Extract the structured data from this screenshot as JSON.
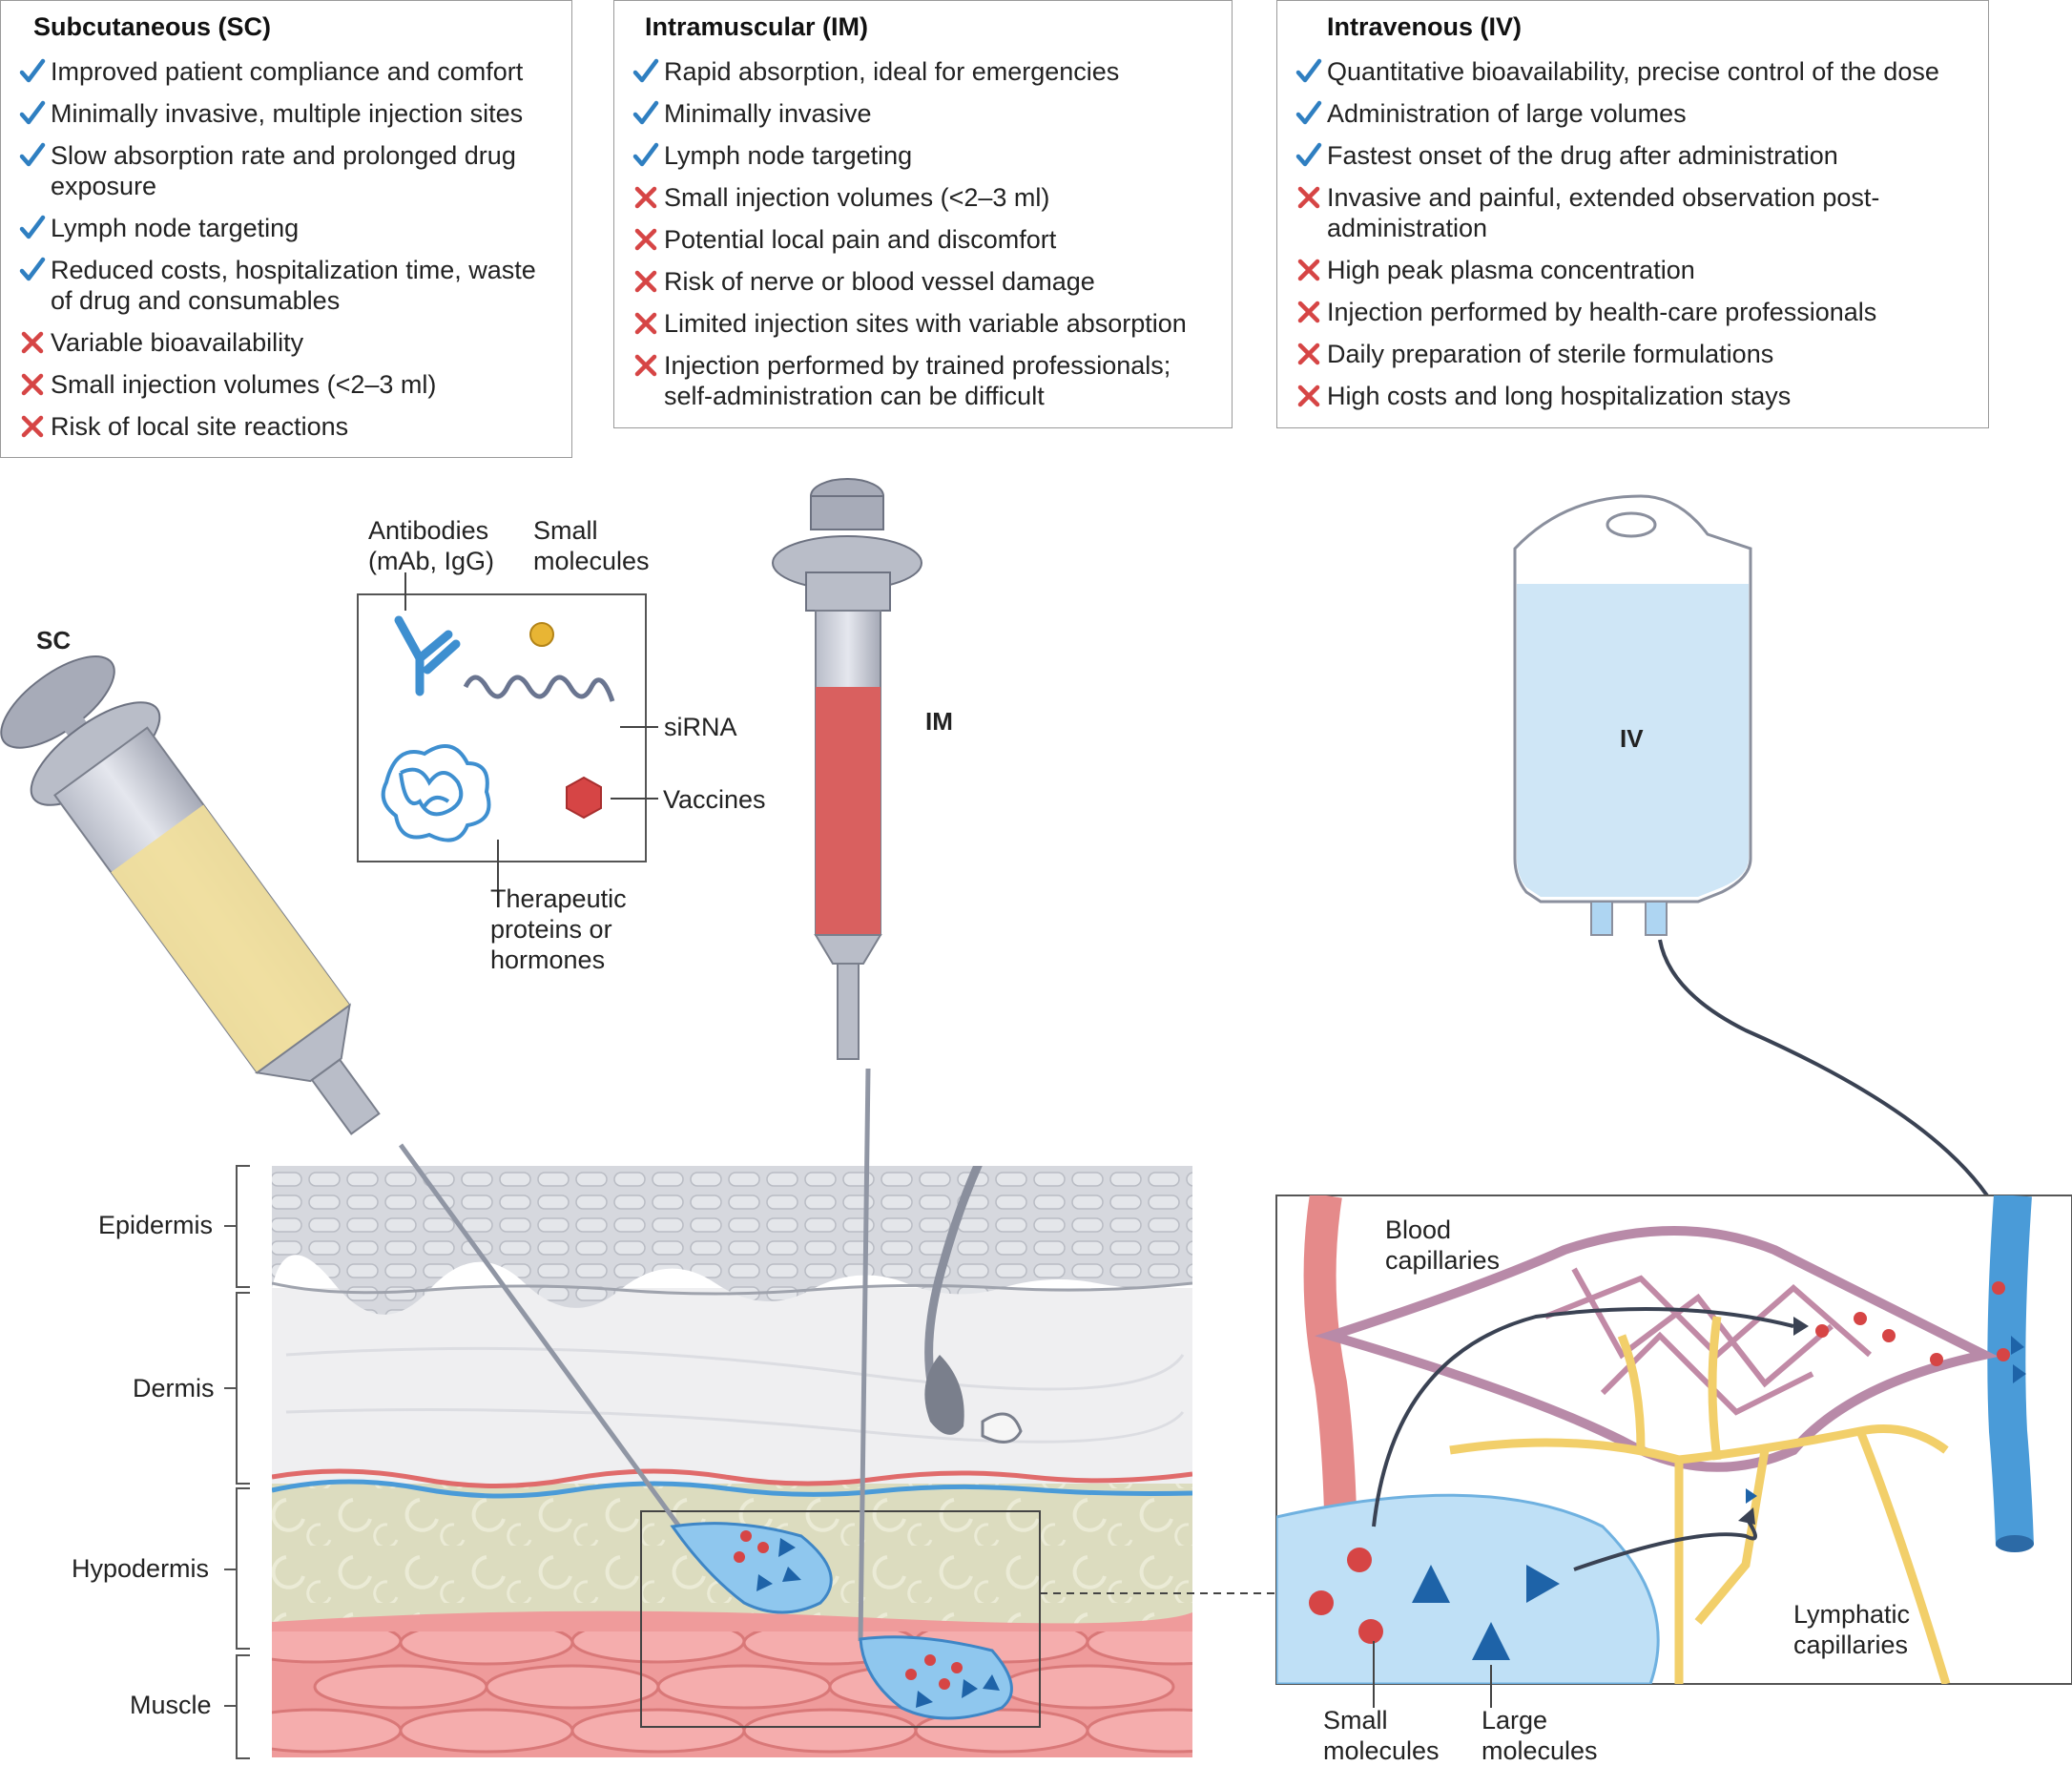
{
  "panels": {
    "sc": {
      "title": "Subcutaneous (SC)",
      "items": [
        {
          "type": "pro",
          "text": "Improved patient compliance and comfort"
        },
        {
          "type": "pro",
          "text": "Minimally invasive, multiple injection sites"
        },
        {
          "type": "pro",
          "text": "Slow absorption rate and prolonged drug exposure"
        },
        {
          "type": "pro",
          "text": "Lymph node targeting"
        },
        {
          "type": "pro",
          "text": "Reduced costs, hospitalization time, waste of drug and consumables"
        },
        {
          "type": "con",
          "text": "Variable bioavailability"
        },
        {
          "type": "con",
          "text": "Small injection volumes (<2–3 ml)"
        },
        {
          "type": "con",
          "text": "Risk of local site reactions"
        }
      ]
    },
    "im": {
      "title": "Intramuscular (IM)",
      "items": [
        {
          "type": "pro",
          "text": "Rapid absorption, ideal for emergencies"
        },
        {
          "type": "pro",
          "text": "Minimally invasive"
        },
        {
          "type": "pro",
          "text": "Lymph node targeting"
        },
        {
          "type": "con",
          "text": "Small injection volumes (<2–3 ml)"
        },
        {
          "type": "con",
          "text": "Potential local pain and discomfort"
        },
        {
          "type": "con",
          "text": "Risk of nerve or blood vessel damage"
        },
        {
          "type": "con",
          "text": "Limited injection sites with variable absorption"
        },
        {
          "type": "con",
          "text": "Injection performed by trained professionals; self-administration can be difficult"
        }
      ]
    },
    "iv": {
      "title": "Intravenous (IV)",
      "items": [
        {
          "type": "pro",
          "text": "Quantitative bioavailability, precise control of the dose"
        },
        {
          "type": "pro",
          "text": "Administration of large volumes"
        },
        {
          "type": "pro",
          "text": "Fastest onset of the drug after administration"
        },
        {
          "type": "con",
          "text": "Invasive and painful, extended observation post-administration"
        },
        {
          "type": "con",
          "text": "High peak plasma concentration"
        },
        {
          "type": "con",
          "text": "Injection performed by health-care professionals"
        },
        {
          "type": "con",
          "text": "Daily preparation of sterile formulations"
        },
        {
          "type": "con",
          "text": "High costs and long hospitalization stays"
        }
      ]
    }
  },
  "labels": {
    "sc": "SC",
    "im": "IM",
    "iv": "IV",
    "antibodies_1": "Antibodies",
    "antibodies_2": "(mAb, IgG)",
    "small_molecules_1": "Small",
    "small_molecules_2": "molecules",
    "sirna": "siRNA",
    "vaccines": "Vaccines",
    "proteins_1": "Therapeutic",
    "proteins_2": "proteins or",
    "proteins_3": "hormones",
    "epidermis": "Epidermis",
    "dermis": "Dermis",
    "hypodermis": "Hypodermis",
    "muscle": "Muscle",
    "blood_cap_1": "Blood",
    "blood_cap_2": "capillaries",
    "lymph_cap_1": "Lymphatic",
    "lymph_cap_2": "capillaries",
    "legend_small_1": "Small",
    "legend_small_2": "molecules",
    "legend_large_1": "Large",
    "legend_large_2": "molecules"
  },
  "colors": {
    "check": "#2f7fc1",
    "cross": "#d64545",
    "sc_drug": "#f1de9a",
    "im_drug": "#d9605f",
    "iv_fluid": "#cfe6f6",
    "blood_red": "#e06b6b",
    "blood_blue": "#4a9bd8",
    "lymph": "#f2cf6a",
    "skin_hypodermis": "#dcdcbf",
    "muscle": "#ef9b9b"
  },
  "icons": {
    "pro": "check-icon",
    "con": "cross-icon"
  }
}
